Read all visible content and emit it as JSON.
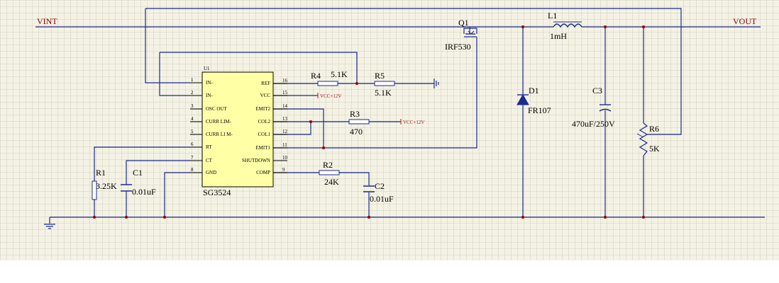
{
  "nets": {
    "vint": "VINT",
    "vout": "VOUT"
  },
  "ic": {
    "ref": "U1",
    "name": "SG3524",
    "pins_left": [
      {
        "num": "1",
        "name": "IN-"
      },
      {
        "num": "2",
        "name": "IN-"
      },
      {
        "num": "3",
        "name": "OSC OUT"
      },
      {
        "num": "4",
        "name": "CURR LIM-"
      },
      {
        "num": "5",
        "name": "CURR LI M-"
      },
      {
        "num": "6",
        "name": "RT"
      },
      {
        "num": "7",
        "name": "CT"
      },
      {
        "num": "8",
        "name": "GND"
      }
    ],
    "pins_right": [
      {
        "num": "16",
        "name": "REF"
      },
      {
        "num": "15",
        "name": "VCC"
      },
      {
        "num": "14",
        "name": "EMIT2"
      },
      {
        "num": "13",
        "name": "COL2"
      },
      {
        "num": "12",
        "name": "COL1"
      },
      {
        "num": "11",
        "name": "EMIT1"
      },
      {
        "num": "10",
        "name": "SHUTDOWN"
      },
      {
        "num": "9",
        "name": "COMP"
      }
    ]
  },
  "components": {
    "R1": {
      "ref": "R1",
      "value": "3.25K"
    },
    "C1": {
      "ref": "C1",
      "value": "0.01uF"
    },
    "R2": {
      "ref": "R2",
      "value": "24K"
    },
    "C2": {
      "ref": "C2",
      "value": "0.01uF"
    },
    "R3": {
      "ref": "R3",
      "value": "470"
    },
    "R4": {
      "ref": "R4",
      "value": "5.1K"
    },
    "R5": {
      "ref": "R5",
      "value": "5.1K"
    },
    "Q1": {
      "ref": "Q1",
      "value": "IRF530"
    },
    "L1": {
      "ref": "L1",
      "value": "1mH"
    },
    "D1": {
      "ref": "D1",
      "value": "FR107"
    },
    "C3": {
      "ref": "C3",
      "value": "470uF/250V"
    },
    "R6": {
      "ref": "R6",
      "value": "5K"
    }
  },
  "power_labels": {
    "vcc_pin15": "VCC+12V",
    "vcc_r3": "VCC+12V"
  },
  "colors": {
    "grid_background": "#f4f2e4",
    "grid_line": "#c8c8b4",
    "wire": "#1b2b8f",
    "junction": "#8b0000",
    "ic_fill": "#ffffa6",
    "net_label": "#8b0000"
  }
}
